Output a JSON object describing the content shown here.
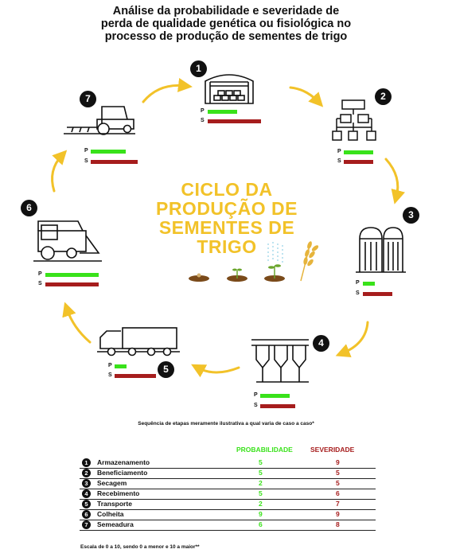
{
  "title": {
    "line1": "Análise da probabilidade e severidade de",
    "line2": "perda de qualidade genética ou fisiológica no",
    "line3": "processo de produção de sementes de trigo"
  },
  "center_title": {
    "line1": "CICLO DA",
    "line2": "PRODUÇÃO DE",
    "line3": "SEMENTES DE",
    "line4": "TRIGO"
  },
  "bar_labels": {
    "p": "P",
    "s": "S"
  },
  "stages": [
    {
      "number": "1",
      "name": "Armazenamento",
      "icon": "warehouse-icon",
      "probability": "5",
      "severity": "9"
    },
    {
      "number": "2",
      "name": "Beneficiamento",
      "icon": "flowchart-icon",
      "probability": "5",
      "severity": "5"
    },
    {
      "number": "3",
      "name": "Secagem",
      "icon": "silo-icon",
      "probability": "2",
      "severity": "5"
    },
    {
      "number": "4",
      "name": "Recebimento",
      "icon": "hoppers-icon",
      "probability": "5",
      "severity": "6"
    },
    {
      "number": "5",
      "name": "Transporte",
      "icon": "truck-icon",
      "probability": "2",
      "severity": "7"
    },
    {
      "number": "6",
      "name": "Colheita",
      "icon": "harvester-icon",
      "probability": "9",
      "severity": "9"
    },
    {
      "number": "7",
      "name": "Semeadura",
      "icon": "tractor-icon",
      "probability": "6",
      "severity": "8"
    }
  ],
  "note": "Sequência de etapas meramente ilustrativa a qual varia de caso a caso*",
  "table": {
    "header_probability": "PROBABILIDADE",
    "header_severity": "SEVERIDADE"
  },
  "scale_note": "Escala de 0 a 10, sendo 0 a menor e 10 a maior**",
  "colors": {
    "probability": "#39e21a",
    "severity": "#a61d1d",
    "accent": "#f2c229"
  }
}
